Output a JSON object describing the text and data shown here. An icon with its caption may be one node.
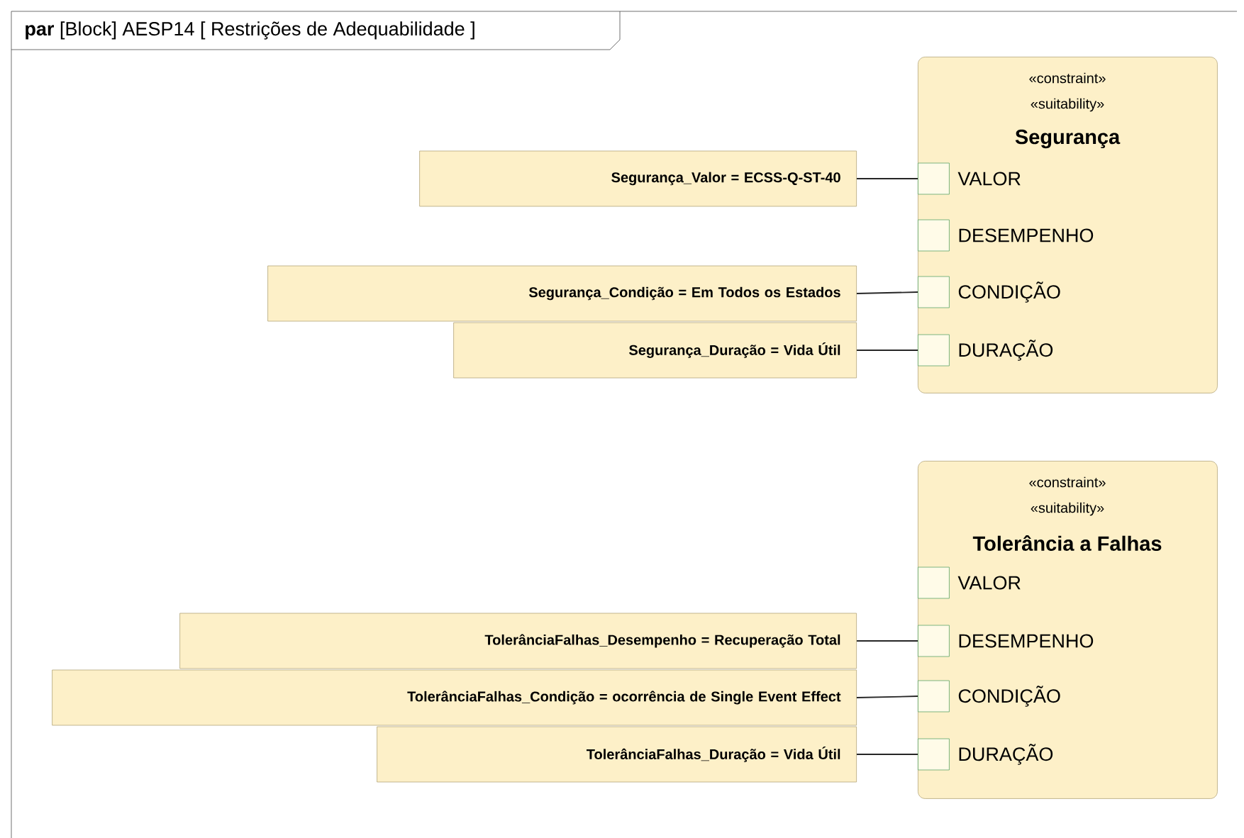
{
  "diagram": {
    "title": "**par** [Block] AESP14 [ Restrições de Adequabilidade ]",
    "nodes": [
      {
        "text": [
          "«constraint»",
          "«suitability»",
          "Segurança"
        ]
      },
      {
        "text": [],
        "shape": "box",
        "beside": [
          "VALOR"
        ],
        "in": 0
      },
      {
        "text": [],
        "shape": "box",
        "beside": [
          "DESEMPENHO"
        ],
        "in": 0
      },
      {
        "text": [],
        "shape": "box",
        "beside": [
          "CONDIÇÃO"
        ],
        "in": 0
      },
      {
        "text": [],
        "shape": "box",
        "beside": [
          "DURAÇÃO"
        ],
        "in": 0
      },
      {
        "text": [
          "Segurança_Valor = ECSS-Q-ST-40"
        ]
      },
      {
        "text": [
          "Segurança_Condição = Em Todos os Estados"
        ]
      },
      {
        "text": [
          "Segurança_Duração = Vida Útil"
        ]
      },
      {
        "text": [
          "«constraint»",
          "«suitability»",
          "Tolerância a Falhas"
        ]
      },
      {
        "text": [],
        "shape": "box",
        "beside": [
          "VALOR"
        ],
        "in": 8
      },
      {
        "text": [],
        "shape": "box",
        "beside": [
          "DESEMPENHO"
        ],
        "in": 8
      },
      {
        "text": [],
        "shape": "box",
        "beside": [
          "CONDIÇÃO"
        ],
        "in": 8
      },
      {
        "text": [],
        "shape": "box",
        "beside": [
          "DURAÇÃO"
        ],
        "in": 8
      },
      {
        "text": [
          "TolerânciaFalhas_Desempenho = Recuperação Total"
        ]
      },
      {
        "text": [
          "TolerânciaFalhas_Condição = ocorrência de Single Event Effect"
        ]
      },
      {
        "text": [
          "TolerânciaFalhas_Duração = Vida Útil"
        ]
      }
    ],
    "edges": [
      {
        "from": 5,
        "to": 1,
        "arrow": "none"
      },
      {
        "from": 6,
        "to": 3,
        "arrow": "none"
      },
      {
        "from": 7,
        "to": 4,
        "arrow": "none"
      },
      {
        "from": 13,
        "to": 10,
        "arrow": "none"
      },
      {
        "from": 14,
        "to": 11,
        "arrow": "none"
      },
      {
        "from": 15,
        "to": 12,
        "arrow": "none"
      }
    ]
  }
}
